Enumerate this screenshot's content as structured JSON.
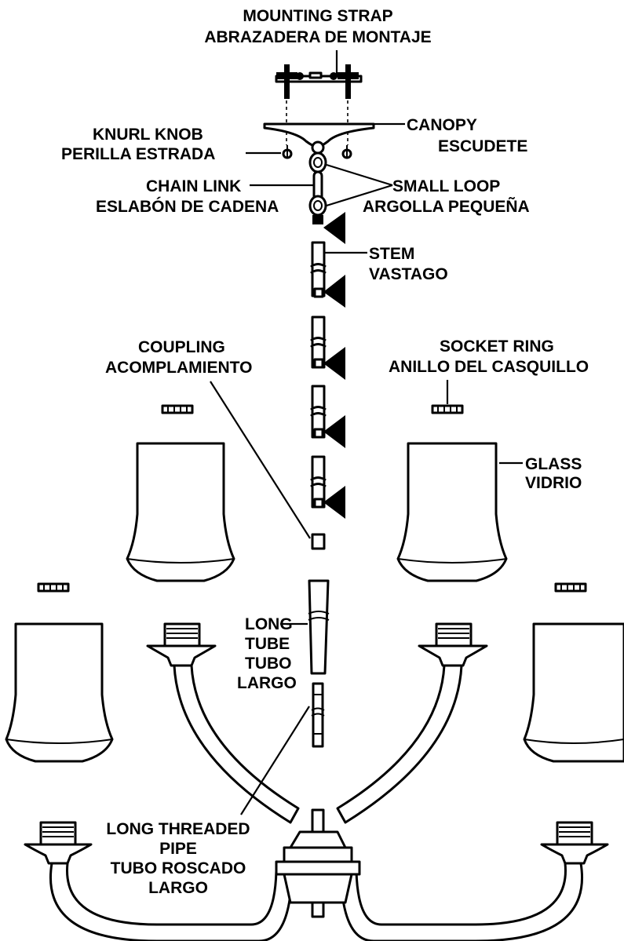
{
  "labels": {
    "mounting_strap": [
      "MOUNTING STRAP",
      "ABRAZADERA DE MONTAJE"
    ],
    "canopy": [
      "CANOPY",
      "ESCUDETE"
    ],
    "knurl_knob": [
      "KNURL KNOB",
      "PERILLA ESTRADA"
    ],
    "chain_link": [
      "CHAIN LINK",
      "ESLABÓN DE CADENA"
    ],
    "small_loop": [
      "SMALL LOOP",
      "ARGOLLA PEQUEÑA"
    ],
    "stem": [
      "STEM",
      "VASTAGO"
    ],
    "coupling": [
      "COUPLING",
      "ACOMPLAMIENTO"
    ],
    "socket_ring": [
      "SOCKET RING",
      "ANILLO DEL CASQUILLO"
    ],
    "glass": [
      "GLASS",
      "VIDRIO"
    ],
    "long_tube": [
      "LONG",
      "TUBE",
      "TUBO",
      "LARGO"
    ],
    "long_threaded_pipe": [
      "LONG THREADED",
      "PIPE",
      "TUBO ROSCADO",
      "LARGO"
    ]
  }
}
